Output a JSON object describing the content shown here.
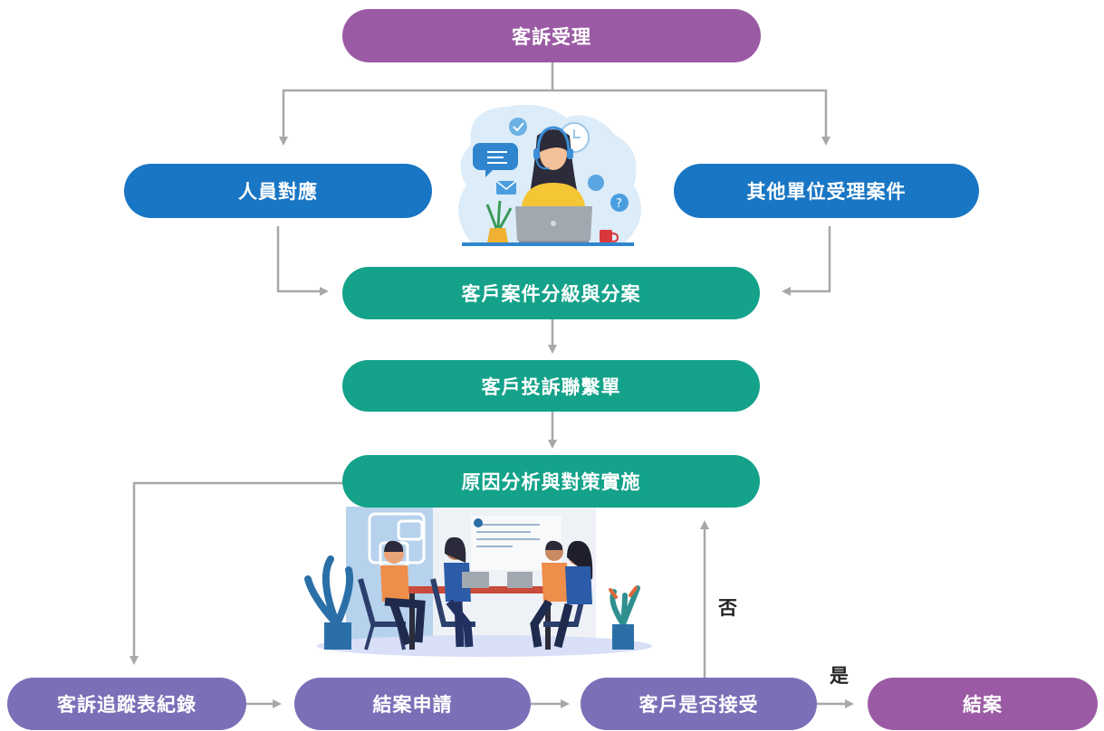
{
  "nodes": {
    "complaint_intake": "客訴受理",
    "staff_response": "人員對應",
    "other_unit": "其他單位受理案件",
    "case_grading": "客戶案件分級與分案",
    "contact_sheet": "客戶投訴聯繫單",
    "cause_analysis": "原因分析與對策實施",
    "tracking_record": "客訴追蹤表紀錄",
    "close_request": "結案申請",
    "customer_accept": "客戶是否接受",
    "closed": "結案"
  },
  "edge_labels": {
    "yes": "是",
    "no": "否"
  },
  "colors": {
    "intake": "#9b5ba4",
    "routing": "#1976c4",
    "processing": "#14a28a",
    "closing": "#7c6fb8",
    "final": "#9b5ba4",
    "arrow": "#a8a8a8"
  },
  "illustrations": [
    "call-center-agent-illustration",
    "team-meeting-illustration"
  ]
}
